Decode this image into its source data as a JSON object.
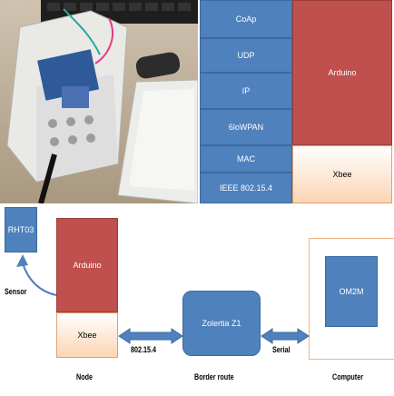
{
  "stack": {
    "layers": [
      "CoAp",
      "UDP",
      "IP",
      "6loWPAN",
      "MAC",
      "IEEE 802.15.4"
    ],
    "arduino": "Arduino",
    "xbee": "Xbee"
  },
  "diagram": {
    "sensor_box": "RHT03",
    "sensor_label": "Sensor",
    "node_arduino": "Arduino",
    "node_xbee": "Xbee",
    "node_label": "Node",
    "link1": "802.15.4",
    "border_box": "Zolertia Z1",
    "border_label": "Border route",
    "link2": "Serial",
    "computer_box": "OM2M",
    "computer_label": "Computer"
  },
  "colors": {
    "blue": "#4f81bd",
    "red": "#c0504d",
    "peach": "#fcd5b4",
    "orange_border": "#f4b183"
  }
}
